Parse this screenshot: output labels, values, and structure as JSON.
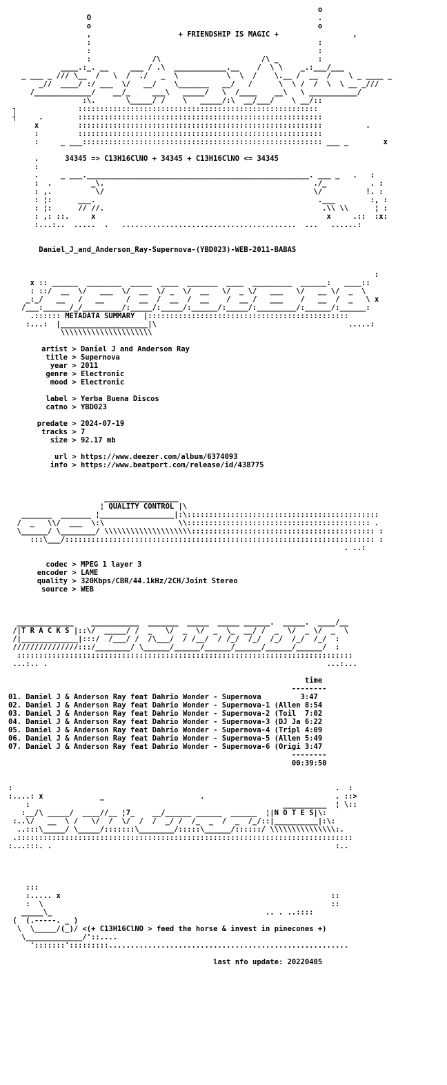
{
  "header": {
    "tagline": "+ FRIENDSHIP IS MAGIC +",
    "formula_line": "34345 => C13H16ClNO + 34345 + C13H16ClNO <= 34345"
  },
  "release": {
    "name": "Daniel_J_and_Anderson_Ray-Supernova-(YBD023)-WEB-2011-BABAS"
  },
  "metadata": {
    "section_title": "METADATA SUMMARY",
    "groups": [
      [
        {
          "key": "artist",
          "value": "Daniel J and Anderson Ray"
        },
        {
          "key": "title",
          "value": "Supernova"
        },
        {
          "key": "year",
          "value": "2011"
        },
        {
          "key": "genre",
          "value": "Electronic"
        },
        {
          "key": "mood",
          "value": "Electronic"
        }
      ],
      [
        {
          "key": "label",
          "value": "Yerba Buena Discos"
        },
        {
          "key": "catno",
          "value": "YBD023"
        }
      ],
      [
        {
          "key": "predate",
          "value": "2024-07-19"
        },
        {
          "key": "tracks",
          "value": "7"
        },
        {
          "key": "size",
          "value": "92.17 mb"
        }
      ],
      [
        {
          "key": "url",
          "value": "https://www.deezer.com/album/6374093"
        },
        {
          "key": "info",
          "value": "https://www.beatport.com/release/id/438775"
        }
      ]
    ]
  },
  "quality": {
    "section_title": "QUALITY CONTROL",
    "items": [
      {
        "key": "codec",
        "value": "MPEG 1 layer 3"
      },
      {
        "key": "encoder",
        "value": "LAME"
      },
      {
        "key": "quality",
        "value": "320Kbps/CBR/44.1kHz/2CH/Joint Stereo"
      },
      {
        "key": "source",
        "value": "WEB"
      }
    ]
  },
  "tracks": {
    "section_title": "T R A C K S",
    "time_header": "time",
    "list": [
      {
        "num": "01.",
        "name": "Daniel J & Anderson Ray feat Dahrio Wonder - Supernova        ",
        "time": "3:47"
      },
      {
        "num": "02.",
        "name": "Daniel J & Anderson Ray feat Dahrio Wonder - Supernova-1 (Allen",
        "time": "8:54"
      },
      {
        "num": "03.",
        "name": "Daniel J & Anderson Ray feat Dahrio Wonder - Supernova-2 (Toil ",
        "time": "7:02"
      },
      {
        "num": "04.",
        "name": "Daniel J & Anderson Ray feat Dahrio Wonder - Supernova-3 (DJ Ja",
        "time": "6:22"
      },
      {
        "num": "05.",
        "name": "Daniel J & Anderson Ray feat Dahrio Wonder - Supernova-4 (Tripl",
        "time": "4:09"
      },
      {
        "num": "06.",
        "name": "Daniel J & Anderson Ray feat Dahrio Wonder - Supernova-5 (Allen",
        "time": "5:49"
      },
      {
        "num": "07.",
        "name": "Daniel J & Anderson Ray feat Dahrio Wonder - Supernova-6 (Origi",
        "time": "3:47"
      }
    ],
    "total_time": "00:39:50"
  },
  "notes": {
    "section_title": "N O T E S"
  },
  "footer": {
    "formula": "C13H16ClNO",
    "message": "feed the horse & invest in pinecones",
    "last_update_label": "last nfo update:",
    "last_update_value": "20220405"
  }
}
